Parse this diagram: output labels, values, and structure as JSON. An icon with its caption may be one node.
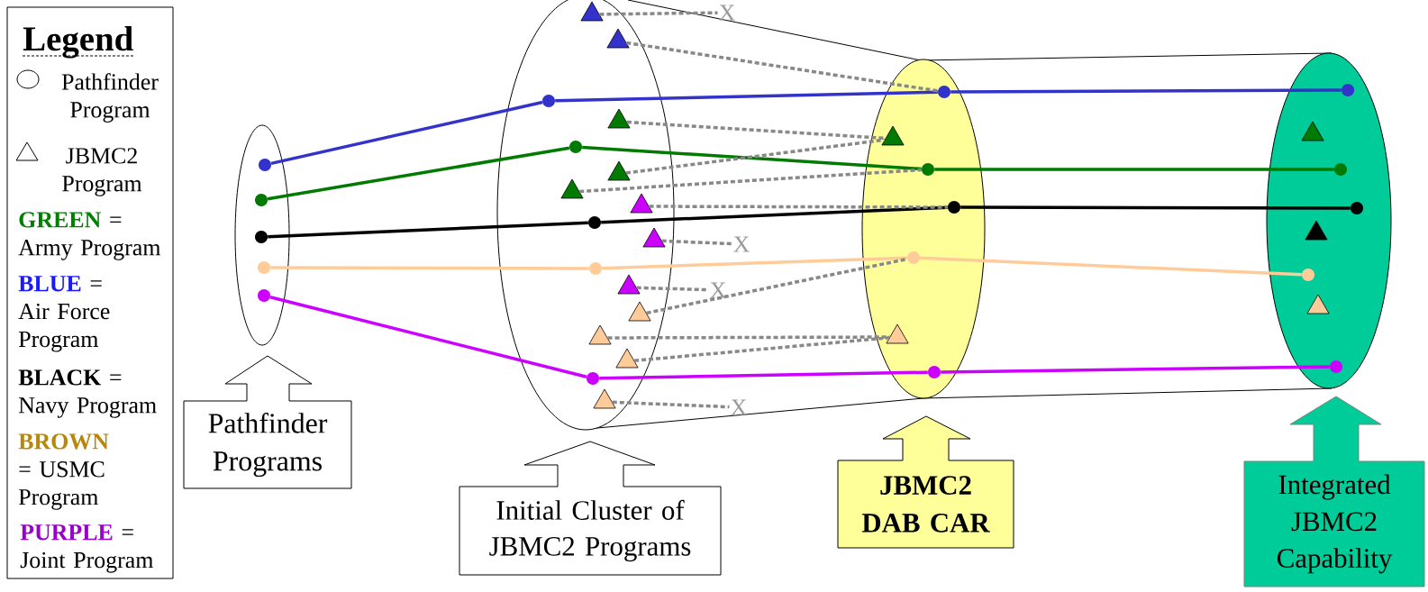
{
  "diagram": {
    "nodes": [
      {
        "text": [],
        "shape": "ellipse"
      },
      {
        "text": [],
        "shape": "circle",
        "in": 0
      },
      {
        "text": [],
        "shape": "circle",
        "in": 0
      },
      {
        "text": [],
        "shape": "circle",
        "in": 0
      },
      {
        "text": [],
        "shape": "circle",
        "in": 0
      },
      {
        "text": [],
        "shape": "circle",
        "in": 0
      },
      {
        "text": [],
        "shape": "ellipse"
      },
      {
        "text": [],
        "shape": "circle",
        "in": 6
      },
      {
        "text": [],
        "shape": "circle",
        "in": 6
      },
      {
        "text": [],
        "shape": "circle",
        "in": 6
      },
      {
        "text": [],
        "shape": "circle",
        "in": 6
      },
      {
        "text": [],
        "shape": "circle",
        "in": 6
      },
      {
        "text": [],
        "shape": "triangle",
        "in": 6
      },
      {
        "text": [],
        "shape": "triangle",
        "in": 6
      },
      {
        "text": [],
        "shape": "triangle",
        "in": 6
      },
      {
        "text": [],
        "shape": "triangle",
        "in": 6
      },
      {
        "text": [],
        "shape": "triangle",
        "in": 6
      },
      {
        "text": [],
        "shape": "triangle",
        "in": 6
      },
      {
        "text": [],
        "shape": "triangle",
        "in": 6
      },
      {
        "text": [],
        "shape": "triangle",
        "in": 6
      },
      {
        "text": [],
        "shape": "triangle",
        "in": 6
      },
      {
        "text": [],
        "shape": "triangle",
        "in": 6
      },
      {
        "text": [],
        "shape": "triangle",
        "in": 6
      },
      {
        "text": [],
        "shape": "triangle",
        "in": 6
      },
      {
        "text": [
          "X"
        ]
      },
      {
        "text": [
          "X"
        ]
      },
      {
        "text": [
          "X"
        ]
      },
      {
        "text": [
          "X"
        ]
      },
      {
        "text": [],
        "shape": "ellipse"
      },
      {
        "text": [],
        "shape": "circle",
        "in": 28
      },
      {
        "text": [],
        "shape": "circle",
        "in": 28
      },
      {
        "text": [],
        "shape": "circle",
        "in": 28
      },
      {
        "text": [],
        "shape": "circle",
        "in": 28
      },
      {
        "text": [],
        "shape": "circle",
        "in": 28
      },
      {
        "text": [],
        "shape": "triangle",
        "in": 28
      },
      {
        "text": [],
        "shape": "triangle",
        "in": 28
      },
      {
        "text": [],
        "shape": "ellipse"
      },
      {
        "text": [],
        "shape": "circle",
        "in": 36
      },
      {
        "text": [],
        "shape": "circle",
        "in": 36
      },
      {
        "text": [],
        "shape": "circle",
        "in": 36
      },
      {
        "text": [],
        "shape": "circle",
        "in": 36
      },
      {
        "text": [],
        "shape": "circle",
        "in": 36
      },
      {
        "text": [],
        "shape": "triangle",
        "in": 36
      },
      {
        "text": [],
        "shape": "triangle",
        "in": 36
      },
      {
        "text": [],
        "shape": "triangle",
        "in": 36
      },
      {
        "text": [
          "Pathfinder Programs"
        ]
      },
      {
        "text": [
          "Initial Cluster of JBMC2 Programs"
        ]
      },
      {
        "text": [
          "JBMC2 DAB CAR"
        ]
      },
      {
        "text": [
          "Integrated JBMC2 Capability"
        ]
      }
    ],
    "edges": [
      {
        "from": 1,
        "to": 7,
        "arrow": "none",
        "color": "#3333cc"
      },
      {
        "from": 7,
        "to": 29,
        "arrow": "none",
        "color": "#3333cc"
      },
      {
        "from": 29,
        "to": 37,
        "arrow": "none",
        "color": "#3333cc"
      },
      {
        "from": 2,
        "to": 8,
        "arrow": "none",
        "color": "#007a00"
      },
      {
        "from": 8,
        "to": 30,
        "arrow": "none",
        "color": "#007a00"
      },
      {
        "from": 30,
        "to": 38,
        "arrow": "none",
        "color": "#007a00"
      },
      {
        "from": 3,
        "to": 9,
        "arrow": "none",
        "color": "#000000"
      },
      {
        "from": 9,
        "to": 31,
        "arrow": "none",
        "color": "#000000"
      },
      {
        "from": 31,
        "to": 39,
        "arrow": "none",
        "color": "#000000"
      },
      {
        "from": 4,
        "to": 10,
        "arrow": "none",
        "color": "#ffcc99"
      },
      {
        "from": 10,
        "to": 32,
        "arrow": "none",
        "color": "#ffcc99"
      },
      {
        "from": 32,
        "to": 40,
        "arrow": "none",
        "color": "#ffcc99"
      },
      {
        "from": 5,
        "to": 11,
        "arrow": "none",
        "color": "#cc00ff"
      },
      {
        "from": 11,
        "to": 33,
        "arrow": "none",
        "color": "#cc00ff"
      },
      {
        "from": 33,
        "to": 41,
        "arrow": "none",
        "color": "#cc00ff"
      },
      {
        "from": 12,
        "to": 24,
        "arrow": "none",
        "style": "dashed",
        "color": "#888888"
      },
      {
        "from": 13,
        "to": 29,
        "arrow": "none",
        "style": "dashed",
        "color": "#888888"
      },
      {
        "from": 14,
        "to": 34,
        "arrow": "none",
        "style": "dashed",
        "color": "#888888"
      },
      {
        "from": 15,
        "to": 34,
        "arrow": "none",
        "style": "dashed",
        "color": "#888888"
      },
      {
        "from": 16,
        "to": 30,
        "arrow": "none",
        "style": "dashed",
        "color": "#888888"
      },
      {
        "from": 17,
        "to": 31,
        "arrow": "none",
        "style": "dashed",
        "color": "#888888"
      },
      {
        "from": 18,
        "to": 25,
        "arrow": "none",
        "style": "dashed",
        "color": "#888888"
      },
      {
        "from": 19,
        "to": 26,
        "arrow": "none",
        "style": "dashed",
        "color": "#888888"
      },
      {
        "from": 20,
        "to": 32,
        "arrow": "none",
        "style": "dashed",
        "color": "#888888"
      },
      {
        "from": 21,
        "to": 35,
        "arrow": "none",
        "style": "dashed",
        "color": "#888888"
      },
      {
        "from": 22,
        "to": 35,
        "arrow": "none",
        "style": "dashed",
        "color": "#888888"
      },
      {
        "from": 23,
        "to": 27,
        "arrow": "none",
        "style": "dashed",
        "color": "#888888"
      }
    ],
    "labels": [
      "Legend"
    ],
    "legend": [
      {
        "text": "Pathfinder Program"
      },
      {
        "text": "JBMC2 Program"
      },
      {
        "text": "**GREEN** = Army Program",
        "color": "#008000"
      },
      {
        "text": "**BLUE** = Air Force Program",
        "color": "#1a1aff"
      },
      {
        "text": "**BLACK** = Navy Program",
        "color": "#000000"
      },
      {
        "text": "**BROWN** = USMC Program",
        "color": "#b8860b"
      },
      {
        "text": "**PURPLE** = Joint Program",
        "color": "#9900cc"
      }
    ]
  }
}
